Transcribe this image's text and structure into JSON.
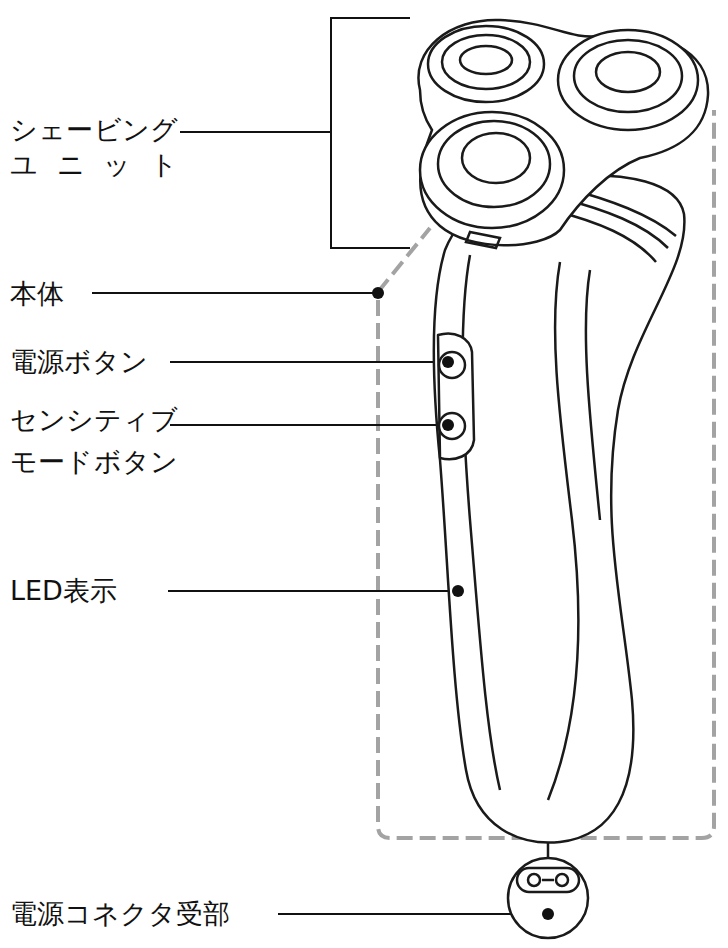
{
  "diagram": {
    "labels": [
      "シェービング ユニット",
      "本体",
      "電源ボタン",
      "センシティブ モードボタン",
      "LED表示",
      "電源コネクタ受部"
    ]
  }
}
